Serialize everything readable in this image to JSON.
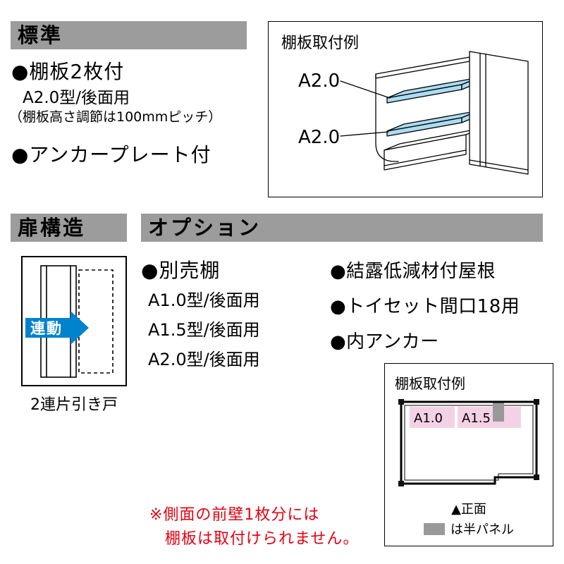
{
  "colors": {
    "heading_bg": "#9c9c9c",
    "shelf_blue": "#abdcf2",
    "arrow_blue": "#0082cc",
    "shelf_pink": "#f4d2e5",
    "panel_gray": "#999999",
    "note_red": "#e60012"
  },
  "standard": {
    "heading": "標準",
    "item_shelf": "●棚板2枚付",
    "item_shelf_type": "A2.0型/後面用",
    "item_shelf_note": "（棚板高さ調節は100mmピッチ）",
    "item_anchor": "●アンカープレート付"
  },
  "shelf_example_top": {
    "title": "棚板取付例",
    "label_upper": "A2.0",
    "label_lower": "A2.0"
  },
  "door": {
    "heading": "扉構造",
    "arrow_label": "連動",
    "caption": "2連片引き戸"
  },
  "options": {
    "heading": "オプション",
    "shelf_title": "●別売棚",
    "shelf_items": [
      "A1.0型/後面用",
      "A1.5型/後面用",
      "A2.0型/後面用"
    ],
    "other_items": [
      "●結露低減材付屋根",
      "●トイセット間口18用",
      "●内アンカー"
    ]
  },
  "shelf_example_bottom": {
    "title": "棚板取付例",
    "label_a10": "A1.0",
    "label_a15": "A1.5",
    "front_label": "▲正面",
    "legend_label": "は半パネル"
  },
  "note": {
    "line1": "※側面の前壁1枚分には",
    "line2": "棚板は取付けられません。"
  }
}
